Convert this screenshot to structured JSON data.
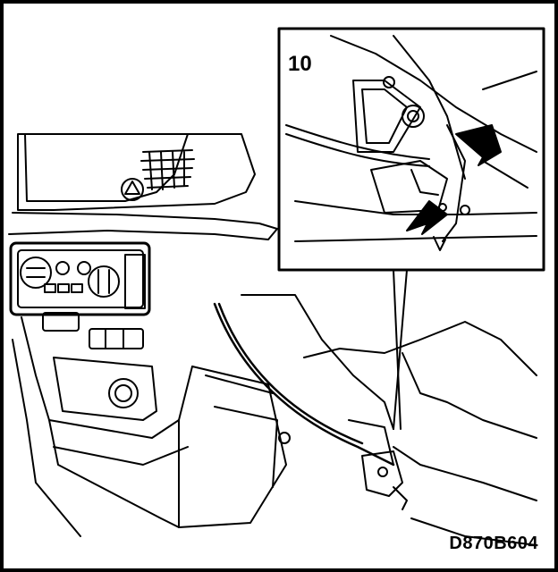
{
  "illustration": {
    "callout_label": "10",
    "figure_code": "D870B604",
    "subject": "dashboard-center-console-cable-routing",
    "arrow_count": 2
  }
}
